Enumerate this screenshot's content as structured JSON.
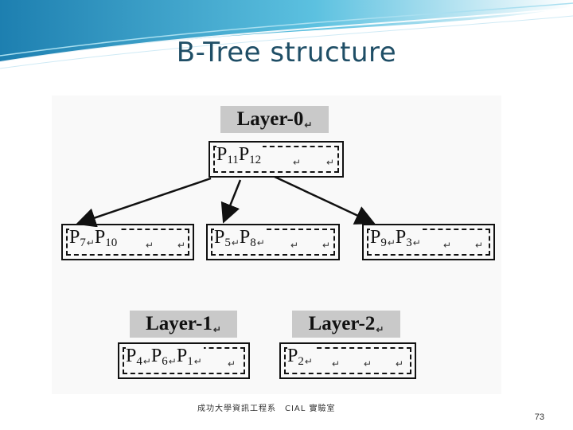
{
  "slide": {
    "title": "B-Tree structure",
    "footer": "成功大學資訊工程系　CIAL 實驗室",
    "page_number": "73"
  },
  "diagram": {
    "layers": {
      "layer0": "Layer-0",
      "layer1": "Layer-1",
      "layer2": "Layer-2"
    },
    "root": {
      "pointers": [
        {
          "base": "P",
          "sub": "11"
        },
        {
          "base": "P",
          "sub": "12"
        }
      ]
    },
    "children": [
      {
        "pointers": [
          {
            "base": "P",
            "sub": "7"
          },
          {
            "base": "P",
            "sub": "10"
          }
        ]
      },
      {
        "pointers": [
          {
            "base": "P",
            "sub": "5"
          },
          {
            "base": "P",
            "sub": "8"
          }
        ]
      },
      {
        "pointers": [
          {
            "base": "P",
            "sub": "9"
          },
          {
            "base": "P",
            "sub": "3"
          }
        ]
      }
    ],
    "layer1_node": {
      "pointers": [
        {
          "base": "P",
          "sub": "4"
        },
        {
          "base": "P",
          "sub": "6"
        },
        {
          "base": "P",
          "sub": "1"
        }
      ]
    },
    "layer2_node": {
      "pointers": [
        {
          "base": "P",
          "sub": "2"
        }
      ]
    },
    "return_mark": "↵"
  },
  "colors": {
    "title": "#1f4e66",
    "banner": "#4aa3c7",
    "layer_label_bg": "#c9c9c9"
  }
}
